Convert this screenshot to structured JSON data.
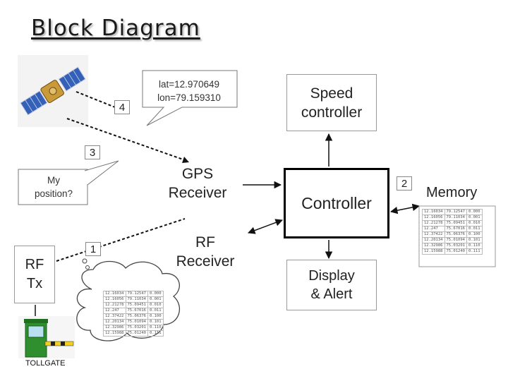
{
  "title": "Block Diagram",
  "blocks": {
    "speed_controller": "Speed\ncontroller",
    "gps_receiver": "GPS\nReceiver",
    "controller": "Controller",
    "rf_receiver": "RF\nReceiver",
    "display_alert": "Display\n& Alert",
    "rf_tx": "RF\nTx",
    "memory": "Memory",
    "tollgate": "TOLLGATE"
  },
  "callouts": {
    "latlon": "lat=12.970649\nlon=79.159310",
    "my_position": "My\nposition?"
  },
  "steps": [
    "4",
    "3",
    "1",
    "2"
  ],
  "memory_table": [
    [
      "12.16034",
      "79.12547",
      "0.000"
    ],
    [
      "12.16056",
      "79.11034",
      "0.001"
    ],
    [
      "12.21278",
      "75.09451",
      "0.010"
    ],
    [
      "12.247",
      "75.67016",
      "0.011"
    ],
    [
      "12.37422",
      "75.06376",
      "0.100"
    ],
    [
      "12.20134",
      "75.01094",
      "0.101"
    ],
    [
      "12.32986",
      "75.03201",
      "0.110"
    ],
    [
      "12.15988",
      "75.01240",
      "0.111"
    ]
  ]
}
